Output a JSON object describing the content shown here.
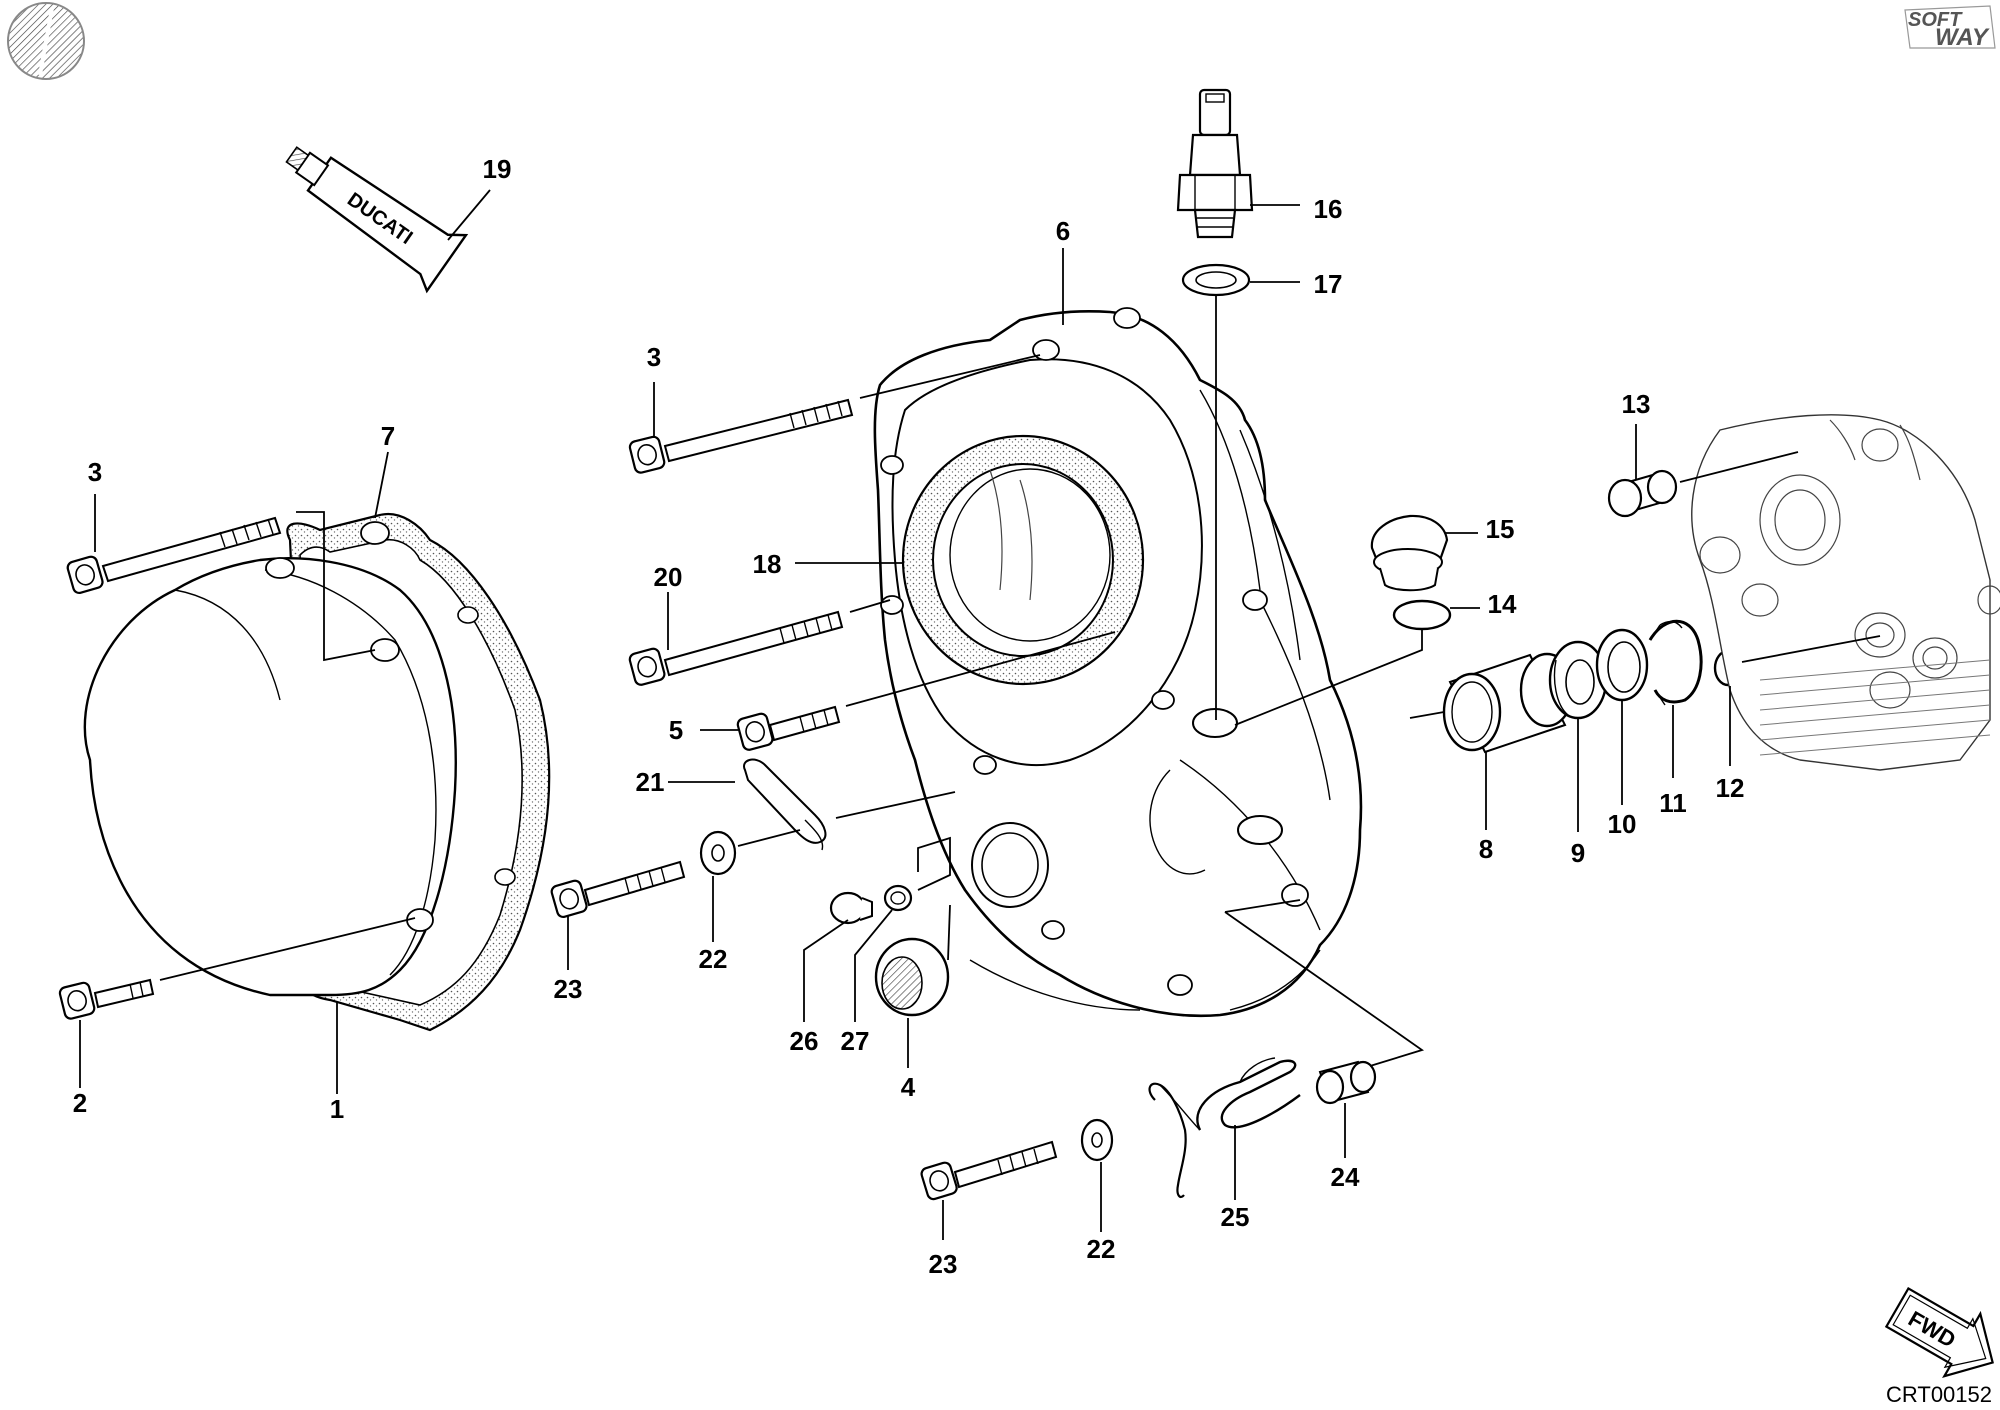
{
  "brand": {
    "logo_line1": "SOFT",
    "logo_line2": "WAY"
  },
  "tube_brand": "DUCATI",
  "fwd_label": "FWD",
  "diagram_code": "CRT00152",
  "callouts": [
    {
      "id": "c1",
      "label": "1"
    },
    {
      "id": "c2",
      "label": "2"
    },
    {
      "id": "c3a",
      "label": "3"
    },
    {
      "id": "c3b",
      "label": "3"
    },
    {
      "id": "c4",
      "label": "4"
    },
    {
      "id": "c5",
      "label": "5"
    },
    {
      "id": "c6",
      "label": "6"
    },
    {
      "id": "c7",
      "label": "7"
    },
    {
      "id": "c8",
      "label": "8"
    },
    {
      "id": "c9",
      "label": "9"
    },
    {
      "id": "c10",
      "label": "10"
    },
    {
      "id": "c11",
      "label": "11"
    },
    {
      "id": "c12",
      "label": "12"
    },
    {
      "id": "c13",
      "label": "13"
    },
    {
      "id": "c14",
      "label": "14"
    },
    {
      "id": "c15",
      "label": "15"
    },
    {
      "id": "c16",
      "label": "16"
    },
    {
      "id": "c17",
      "label": "17"
    },
    {
      "id": "c18",
      "label": "18"
    },
    {
      "id": "c19",
      "label": "19"
    },
    {
      "id": "c20",
      "label": "20"
    },
    {
      "id": "c21",
      "label": "21"
    },
    {
      "id": "c22a",
      "label": "22"
    },
    {
      "id": "c22b",
      "label": "22"
    },
    {
      "id": "c23a",
      "label": "23"
    },
    {
      "id": "c23b",
      "label": "23"
    },
    {
      "id": "c24",
      "label": "24"
    },
    {
      "id": "c25",
      "label": "25"
    },
    {
      "id": "c26",
      "label": "26"
    },
    {
      "id": "c27",
      "label": "27"
    }
  ]
}
